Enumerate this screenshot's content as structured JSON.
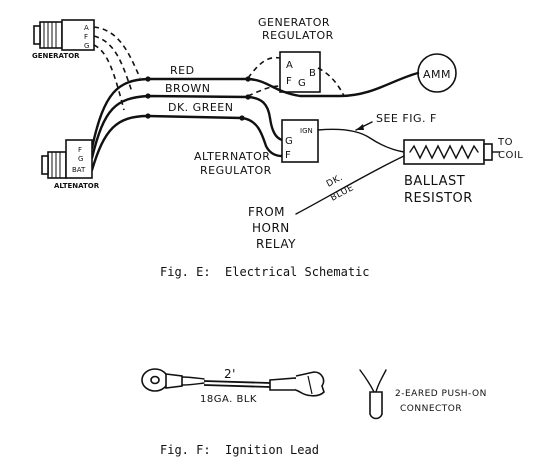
{
  "fig_e": {
    "generator_label": "GENERATOR",
    "generator_terminals": [
      "A",
      "F",
      "G"
    ],
    "generator_regulator_line1": "GENERATOR",
    "generator_regulator_line2": "REGULATOR",
    "gen_reg_terminals": [
      "A",
      "F",
      "G",
      "B"
    ],
    "amm_label": "AMM",
    "wire_red": "RED",
    "wire_brown": "BROWN",
    "wire_dk_green": "DK. GREEN",
    "see_fig_f": "SEE FIG. F",
    "alt_reg_terminal_ign": "IGN",
    "alt_reg_terminals": [
      "G",
      "F"
    ],
    "alternator_regulator_line1": "ALTERNATOR",
    "alternator_regulator_line2": "REGULATOR",
    "alternator_label": "ALTENATOR",
    "alternator_terminals": [
      "F",
      "G",
      "BAT"
    ],
    "to_coil_line1": "TO",
    "to_coil_line2": "COIL",
    "ballast_line1": "BALLAST",
    "ballast_line2": "RESISTOR",
    "dk_blue_line1": "DK.",
    "dk_blue_line2": "BLUE",
    "horn_line1": "FROM",
    "horn_line2": "HORN",
    "horn_line3": "RELAY",
    "caption": "Fig. E:  Electrical Schematic"
  },
  "fig_f": {
    "length_label": "2'",
    "gauge_label": "18GA. BLK",
    "connector_line1": "2-EARED PUSH-ON",
    "connector_line2": "CONNECTOR",
    "caption": "Fig. F:  Ignition Lead"
  }
}
